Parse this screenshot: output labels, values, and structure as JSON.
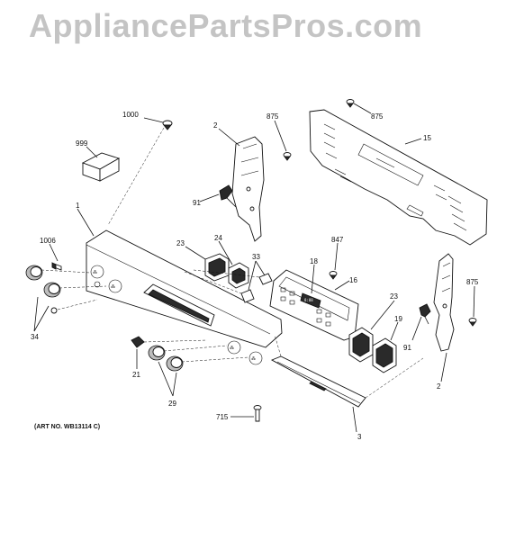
{
  "watermark": "AppliancePartsPros.com",
  "art_number": "(ART NO. WB13114 C)",
  "labels": {
    "p1000": "1000",
    "p999": "999",
    "p2_top": "2",
    "p875_a": "875",
    "p875_b": "875",
    "p15": "15",
    "p91_top": "91",
    "p1": "1",
    "p1006": "1006",
    "p23_a": "23",
    "p24": "24",
    "p33": "33",
    "p847": "847",
    "p18": "18",
    "p16": "16",
    "p875_c": "875",
    "p34": "34",
    "p23_b": "23",
    "p19": "19",
    "p91_bot": "91",
    "p21": "21",
    "p29": "29",
    "p2_bot": "2",
    "p715": "715",
    "p3": "3"
  },
  "colors": {
    "watermark": "#c4c4c4",
    "ink": "#111111",
    "fill_dark": "#2a2a2a",
    "fill_grey": "#bdbdbd"
  }
}
